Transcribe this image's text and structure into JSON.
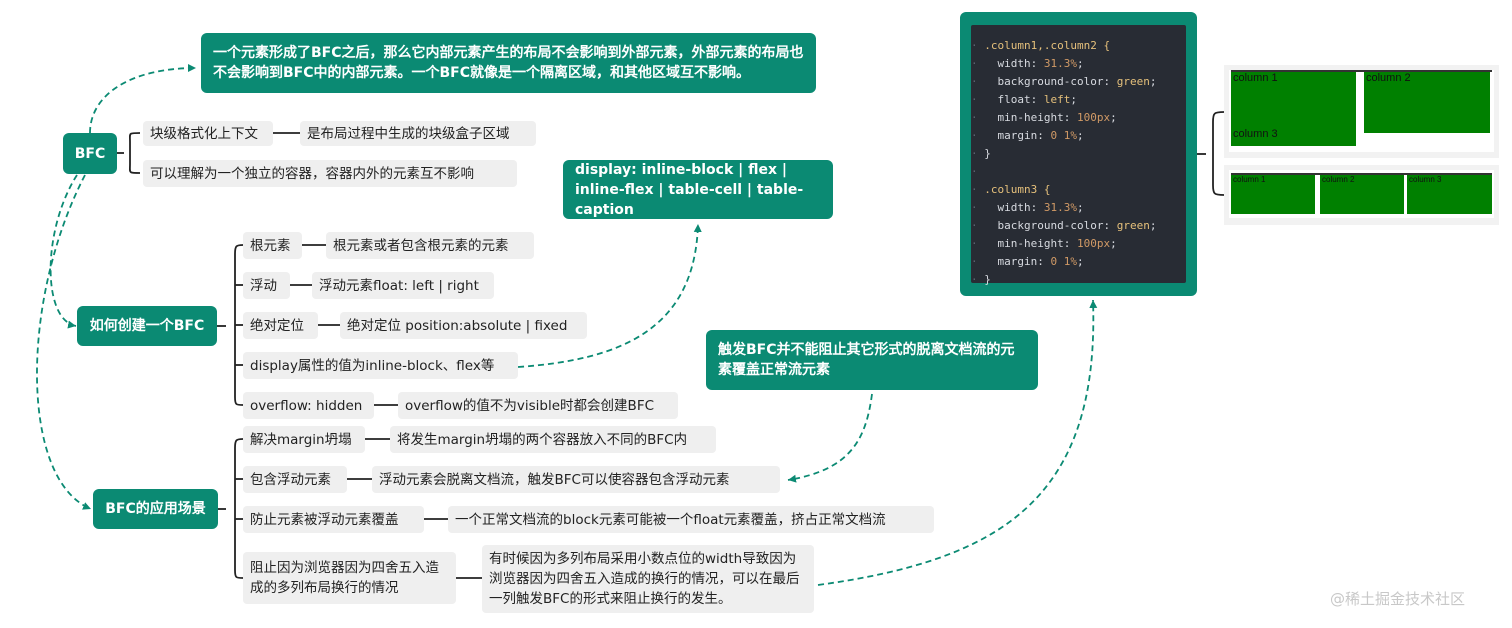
{
  "root": {
    "label": "BFC"
  },
  "definition": {
    "text": "一个元素形成了BFC之后，那么它内部元素产生的布局不会影响到外部元素，外部元素的布局也不会影响到BFC中的内部元素。一个BFC就像是一个隔离区域，和其他区域互不影响。"
  },
  "bfc_children": [
    {
      "label": "块级格式化上下文",
      "detail": "是布局过程中生成的块级盒子区域"
    },
    {
      "label": "可以理解为一个独立的容器，容器内外的元素互不影响"
    }
  ],
  "create": {
    "label": "如何创建一个BFC",
    "items": [
      {
        "label": "根元素",
        "detail": "根元素或者包含根元素的元素"
      },
      {
        "label": "浮动",
        "detail": "浮动元素float: left | right"
      },
      {
        "label": "绝对定位",
        "detail": "绝对定位 position:absolute | fixed"
      },
      {
        "label": "display属性的值为inline-block、flex等"
      },
      {
        "label": "overflow: hidden",
        "detail": "overflow的值不为visible时都会创建BFC"
      }
    ],
    "display_note": "display: inline-block | flex | inline-flex | table-cell | table-caption"
  },
  "apply": {
    "label": "BFC的应用场景",
    "items": [
      {
        "label": "解决margin坍塌",
        "detail": "将发生margin坍塌的两个容器放入不同的BFC内"
      },
      {
        "label": "包含浮动元素",
        "detail": "浮动元素会脱离文档流，触发BFC可以使容器包含浮动元素"
      },
      {
        "label": "防止元素被浮动元素覆盖",
        "detail": "一个正常文档流的block元素可能被一个float元素覆盖，挤占正常文档流"
      },
      {
        "label": "阻止因为浏览器因为四舍五入造成的多列布局换行的情况",
        "detail": "有时候因为多列布局采用小数点位的width导致因为浏览器因为四舍五入造成的换行的情况，可以在最后一列触发BFC的形式来阻止换行的发生。"
      }
    ],
    "float_note": "触发BFC并不能阻止其它形式的脱离文档流的元素覆盖正常流元素"
  },
  "code": {
    "lines": [
      [
        {
          "t": ".column1,.column2 {",
          "c": "sel"
        }
      ],
      [
        {
          "t": "  width: ",
          "c": "prop"
        },
        {
          "t": "31.3%",
          "c": "num"
        },
        {
          "t": ";",
          "c": "prop"
        }
      ],
      [
        {
          "t": "  background-color: ",
          "c": "prop"
        },
        {
          "t": "green",
          "c": "val"
        },
        {
          "t": ";",
          "c": "prop"
        }
      ],
      [
        {
          "t": "  float: ",
          "c": "prop"
        },
        {
          "t": "left",
          "c": "val"
        },
        {
          "t": ";",
          "c": "prop"
        }
      ],
      [
        {
          "t": "  min-height: ",
          "c": "prop"
        },
        {
          "t": "100px",
          "c": "num"
        },
        {
          "t": ";",
          "c": "prop"
        }
      ],
      [
        {
          "t": "  margin: ",
          "c": "prop"
        },
        {
          "t": "0 1%",
          "c": "num"
        },
        {
          "t": ";",
          "c": "prop"
        }
      ],
      [
        {
          "t": "}",
          "c": "brace"
        }
      ],
      [
        {
          "t": "",
          "c": "prop"
        }
      ],
      [
        {
          "t": ".column3 {",
          "c": "sel"
        }
      ],
      [
        {
          "t": "  width: ",
          "c": "prop"
        },
        {
          "t": "31.3%",
          "c": "num"
        },
        {
          "t": ";",
          "c": "prop"
        }
      ],
      [
        {
          "t": "  background-color: ",
          "c": "prop"
        },
        {
          "t": "green",
          "c": "val"
        },
        {
          "t": ";",
          "c": "prop"
        }
      ],
      [
        {
          "t": "  min-height: ",
          "c": "prop"
        },
        {
          "t": "100px",
          "c": "num"
        },
        {
          "t": ";",
          "c": "prop"
        }
      ],
      [
        {
          "t": "  margin: ",
          "c": "prop"
        },
        {
          "t": "0 1%",
          "c": "num"
        },
        {
          "t": ";",
          "c": "prop"
        }
      ],
      [
        {
          "t": "}",
          "c": "brace"
        }
      ]
    ]
  },
  "preview": {
    "before": [
      "column 1",
      "column 2",
      "column 3"
    ],
    "after": [
      "column 1",
      "column 2",
      "column 3"
    ]
  },
  "watermark": "@稀土掘金技术社区",
  "colors": {
    "teal": "#0b8a73",
    "node_gray": "#efefef",
    "code_bg": "#282c34",
    "column_green": "#008000"
  }
}
